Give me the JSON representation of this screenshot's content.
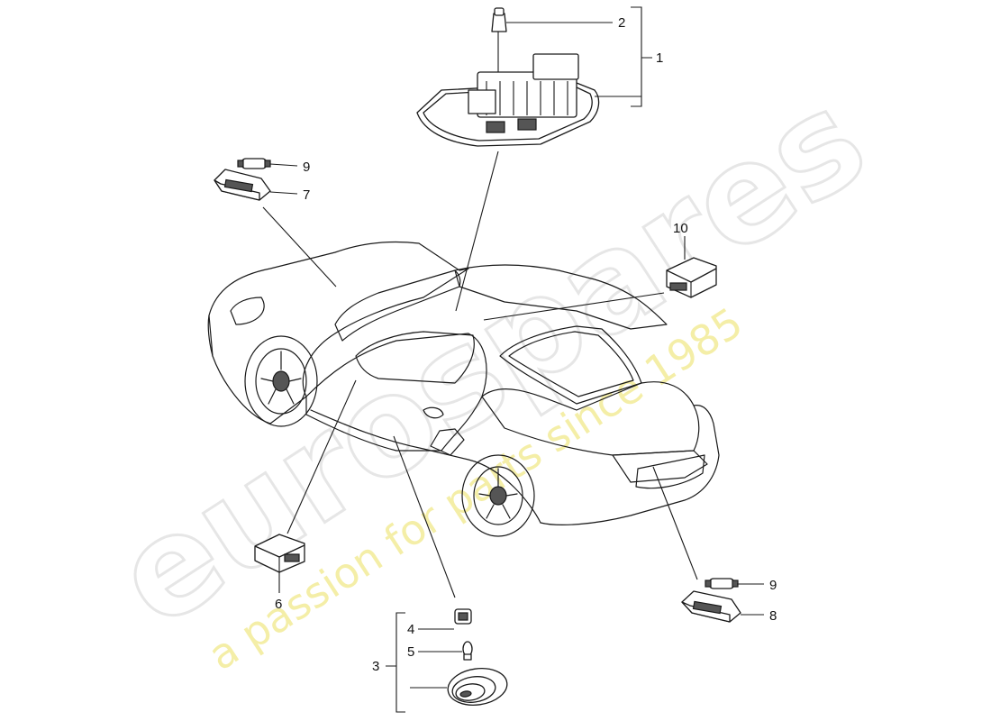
{
  "watermark": {
    "brand": "eurospares",
    "tagline": "a passion for parts since 1985"
  },
  "callouts": {
    "c1": "1",
    "c2": "2",
    "c3": "3",
    "c4": "4",
    "c5": "5",
    "c6": "6",
    "c7": "7",
    "c8": "8",
    "c9a": "9",
    "c9b": "9",
    "c10": "10"
  },
  "colors": {
    "line": "#1a1a1a",
    "watermark_grey": "#d2d2d2",
    "watermark_yellow": "#f1e98a"
  }
}
